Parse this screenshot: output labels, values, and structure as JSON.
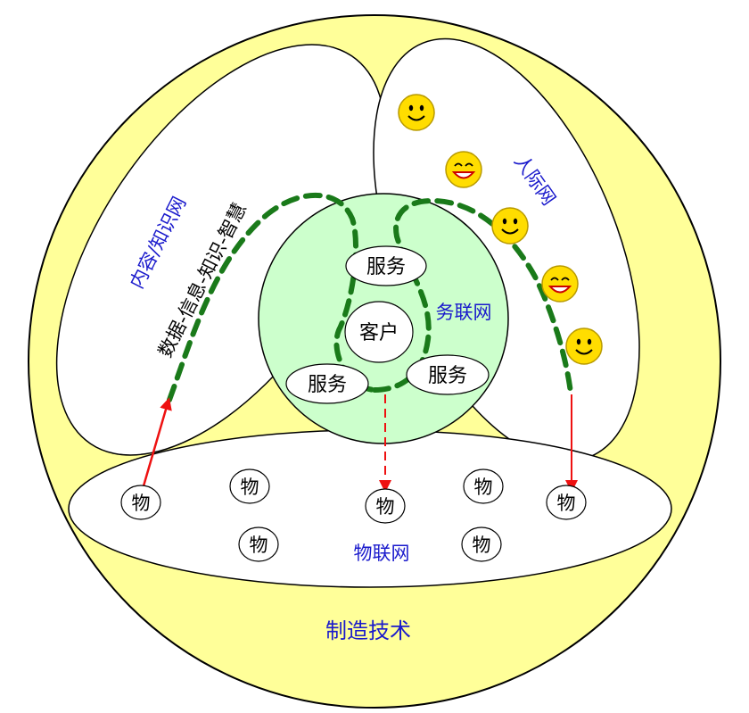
{
  "diagram": {
    "outer_label": "制造技术",
    "content_net": {
      "title": "内容/知识网",
      "chain": "数据-信息-知识-智慧"
    },
    "people_net": {
      "title": "人际网"
    },
    "service_net": {
      "title": "务联网",
      "client": "客户",
      "service_top": "服务",
      "service_left": "服务",
      "service_right": "服务"
    },
    "iot": {
      "title": "物联网",
      "things": [
        "物",
        "物",
        "物",
        "物",
        "物",
        "物",
        "物"
      ]
    },
    "smileys": [
      "smiley-icon",
      "smiley-icon",
      "smiley-icon",
      "smiley-icon",
      "smiley-icon"
    ]
  },
  "colors": {
    "outer_fill": "#ffff99",
    "service_fill": "#ccffcc",
    "dashed_path": "#1a7a1a",
    "arrow": "#ee1111",
    "label_blue": "#1a1acc",
    "smiley_fill": "#ffdd00"
  }
}
